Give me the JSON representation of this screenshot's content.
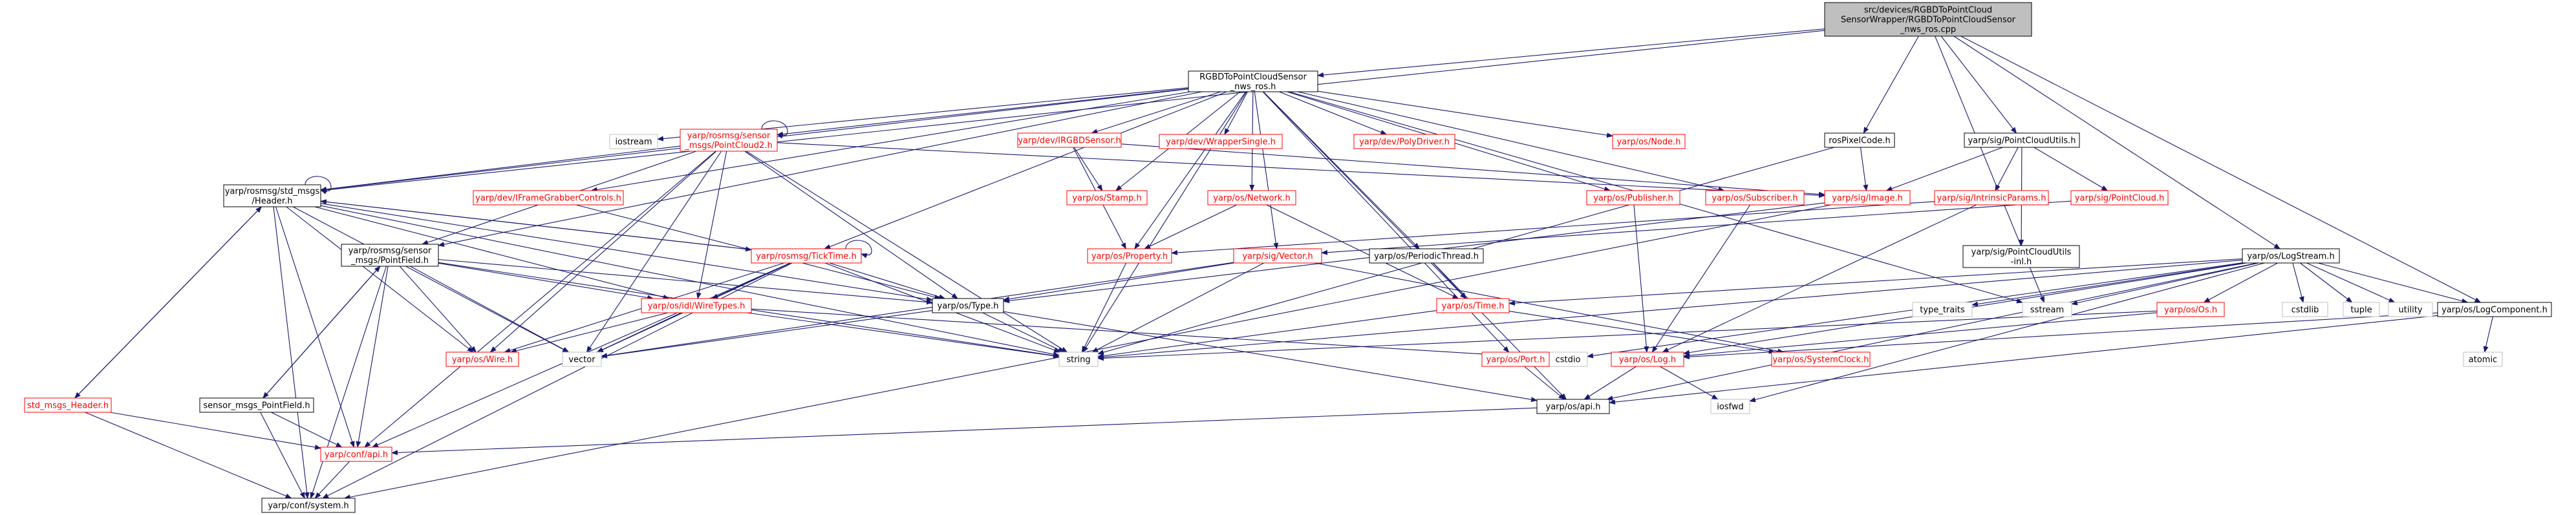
{
  "colors": {
    "edge": "#191970",
    "root_fill": "#bfbfbf",
    "normal_border": "#000000",
    "missing_border": "#bfbfbf",
    "link_border": "#ff0000",
    "text_normal": "#000000",
    "text_link": "#ff0000",
    "text_missing": "#000000"
  },
  "nodes": {
    "root": {
      "label": [
        "src/devices/RGBDToPointCloud",
        "SensorWrapper/RGBDToPointCloudSensor",
        "_nws_ros.cpp"
      ],
      "style": "root"
    },
    "rgbdnws": {
      "label": [
        "RGBDToPointCloudSensor",
        "_nws_ros.h"
      ],
      "style": "normal"
    },
    "iostream": {
      "label": [
        "iostream"
      ],
      "style": "missing"
    },
    "pc2": {
      "label": [
        "yarp/rosmsg/sensor",
        "_msgs/PointCloud2.h"
      ],
      "style": "link"
    },
    "irgbd": {
      "label": [
        "yarp/dev/IRGBDSensor.h"
      ],
      "style": "link"
    },
    "wsingle": {
      "label": [
        "yarp/dev/WrapperSingle.h"
      ],
      "style": "link"
    },
    "polydrv": {
      "label": [
        "yarp/dev/PolyDriver.h"
      ],
      "style": "link"
    },
    "osnode": {
      "label": [
        "yarp/os/Node.h"
      ],
      "style": "link"
    },
    "rpc": {
      "label": [
        "rosPixelCode.h"
      ],
      "style": "normal"
    },
    "pcu": {
      "label": [
        "yarp/sig/PointCloudUtils.h"
      ],
      "style": "normal"
    },
    "hdr": {
      "label": [
        "yarp/rosmsg/std_msgs",
        "/Header.h"
      ],
      "style": "normal"
    },
    "iframe": {
      "label": [
        "yarp/dev/IFrameGrabberControls.h"
      ],
      "style": "link"
    },
    "stamp": {
      "label": [
        "yarp/os/Stamp.h"
      ],
      "style": "link"
    },
    "network": {
      "label": [
        "yarp/os/Network.h"
      ],
      "style": "link"
    },
    "publisher": {
      "label": [
        "yarp/os/Publisher.h"
      ],
      "style": "link"
    },
    "subscriber": {
      "label": [
        "yarp/os/Subscriber.h"
      ],
      "style": "link"
    },
    "image": {
      "label": [
        "yarp/sig/Image.h"
      ],
      "style": "link"
    },
    "intrinsic": {
      "label": [
        "yarp/sig/IntrinsicParams.h"
      ],
      "style": "link"
    },
    "pointcloud": {
      "label": [
        "yarp/sig/PointCloud.h"
      ],
      "style": "link"
    },
    "pointfield": {
      "label": [
        "yarp/rosmsg/sensor",
        "_msgs/PointField.h"
      ],
      "style": "normal"
    },
    "ticktime": {
      "label": [
        "yarp/rosmsg/TickTime.h"
      ],
      "style": "link"
    },
    "property": {
      "label": [
        "yarp/os/Property.h"
      ],
      "style": "link"
    },
    "vector": {
      "label": [
        "yarp/sig/Vector.h"
      ],
      "style": "link"
    },
    "periodic": {
      "label": [
        "yarp/os/PeriodicThread.h"
      ],
      "style": "normal"
    },
    "pcuinl": {
      "label": [
        "yarp/sig/PointCloudUtils",
        "-inl.h"
      ],
      "style": "normal"
    },
    "logstream": {
      "label": [
        "yarp/os/LogStream.h"
      ],
      "style": "normal"
    },
    "idlwire": {
      "label": [
        "yarp/os/idl/WireTypes.h"
      ],
      "style": "link"
    },
    "ostype": {
      "label": [
        "yarp/os/Type.h"
      ],
      "style": "normal"
    },
    "ostime": {
      "label": [
        "yarp/os/Time.h"
      ],
      "style": "link"
    },
    "typetraits": {
      "label": [
        "type_traits"
      ],
      "style": "missing"
    },
    "sstream": {
      "label": [
        "sstream"
      ],
      "style": "missing"
    },
    "cstdlib": {
      "label": [
        "cstdlib"
      ],
      "style": "missing"
    },
    "tuple": {
      "label": [
        "tuple"
      ],
      "style": "missing"
    },
    "utility": {
      "label": [
        "utility"
      ],
      "style": "missing"
    },
    "osos": {
      "label": [
        "yarp/os/Os.h"
      ],
      "style": "link"
    },
    "logcomp": {
      "label": [
        "yarp/os/LogComponent.h"
      ],
      "style": "normal"
    },
    "oswire": {
      "label": [
        "yarp/os/Wire.h"
      ],
      "style": "link"
    },
    "vec": {
      "label": [
        "vector"
      ],
      "style": "missing"
    },
    "str": {
      "label": [
        "string"
      ],
      "style": "missing"
    },
    "cstdio": {
      "label": [
        "cstdio"
      ],
      "style": "missing"
    },
    "oslog": {
      "label": [
        "yarp/os/Log.h"
      ],
      "style": "link"
    },
    "sysclock": {
      "label": [
        "yarp/os/SystemClock.h"
      ],
      "style": "link"
    },
    "osport": {
      "label": [
        "yarp/os/Port.h"
      ],
      "style": "link"
    },
    "atomic": {
      "label": [
        "atomic"
      ],
      "style": "missing"
    },
    "stdhdr": {
      "label": [
        "std_msgs_Header.h"
      ],
      "style": "link"
    },
    "smpf": {
      "label": [
        "sensor_msgs_PointField.h"
      ],
      "style": "normal"
    },
    "osapi": {
      "label": [
        "yarp/os/api.h"
      ],
      "style": "normal"
    },
    "iosfwd": {
      "label": [
        "iosfwd"
      ],
      "style": "missing"
    },
    "confapi": {
      "label": [
        "yarp/conf/api.h"
      ],
      "style": "link"
    },
    "confsys": {
      "label": [
        "yarp/conf/system.h"
      ],
      "style": "normal"
    }
  }
}
